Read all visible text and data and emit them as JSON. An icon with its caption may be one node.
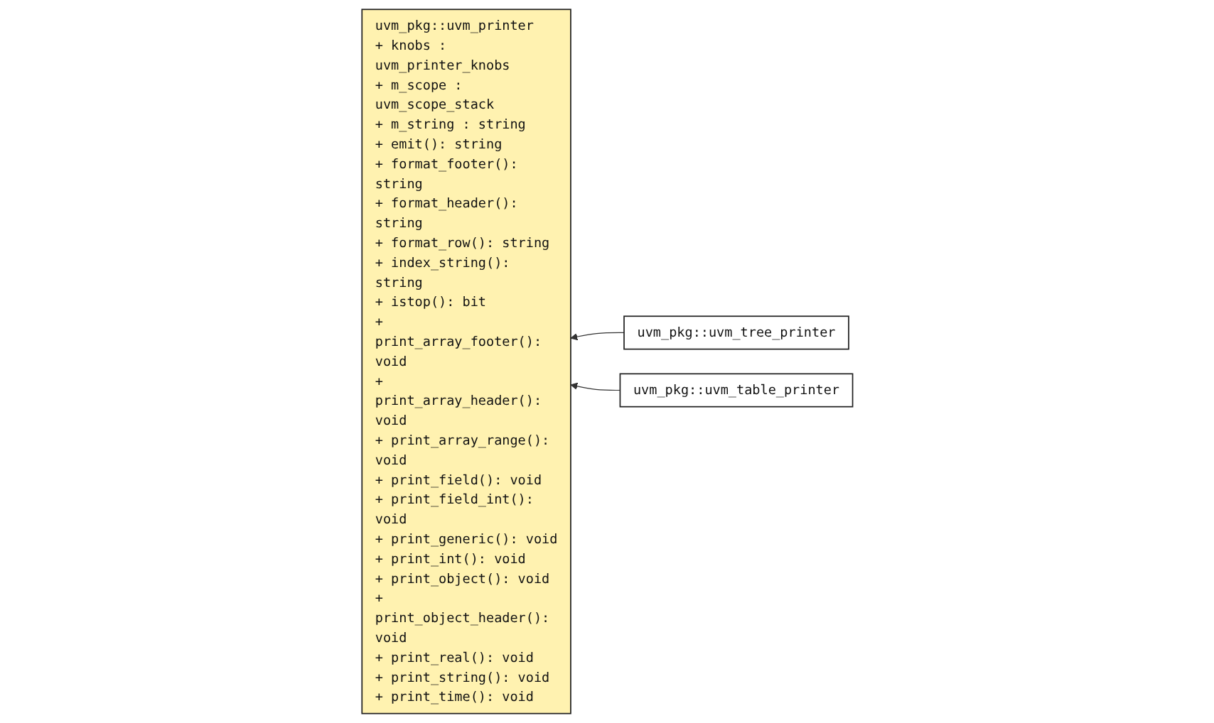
{
  "diagram": {
    "nodes": [
      {
        "text": [
          "uvm_pkg::uvm_printer",
          "+ knobs : uvm_printer_knobs",
          "+ m_scope : uvm_scope_stack",
          "+ m_string : string",
          "+ emit(): string",
          "+ format_footer(): string",
          "+ format_header(): string",
          "+ format_row(): string",
          "+ index_string(): string",
          "+ istop(): bit",
          "+ print_array_footer(): void",
          "+ print_array_header(): void",
          "+ print_array_range(): void",
          "+ print_field(): void",
          "+ print_field_int(): void",
          "+ print_generic(): void",
          "+ print_int(): void",
          "+ print_object(): void",
          "+ print_object_header(): void",
          "+ print_real(): void",
          "+ print_string(): void",
          "+ print_time(): void"
        ]
      },
      {
        "text": [
          "uvm_pkg::uvm_tree_printer"
        ]
      },
      {
        "text": [
          "uvm_pkg::uvm_table_printer"
        ]
      }
    ],
    "edges": [
      {
        "from": 1,
        "to": 0,
        "arrow": "to"
      },
      {
        "from": 2,
        "to": 0,
        "arrow": "to"
      }
    ]
  }
}
